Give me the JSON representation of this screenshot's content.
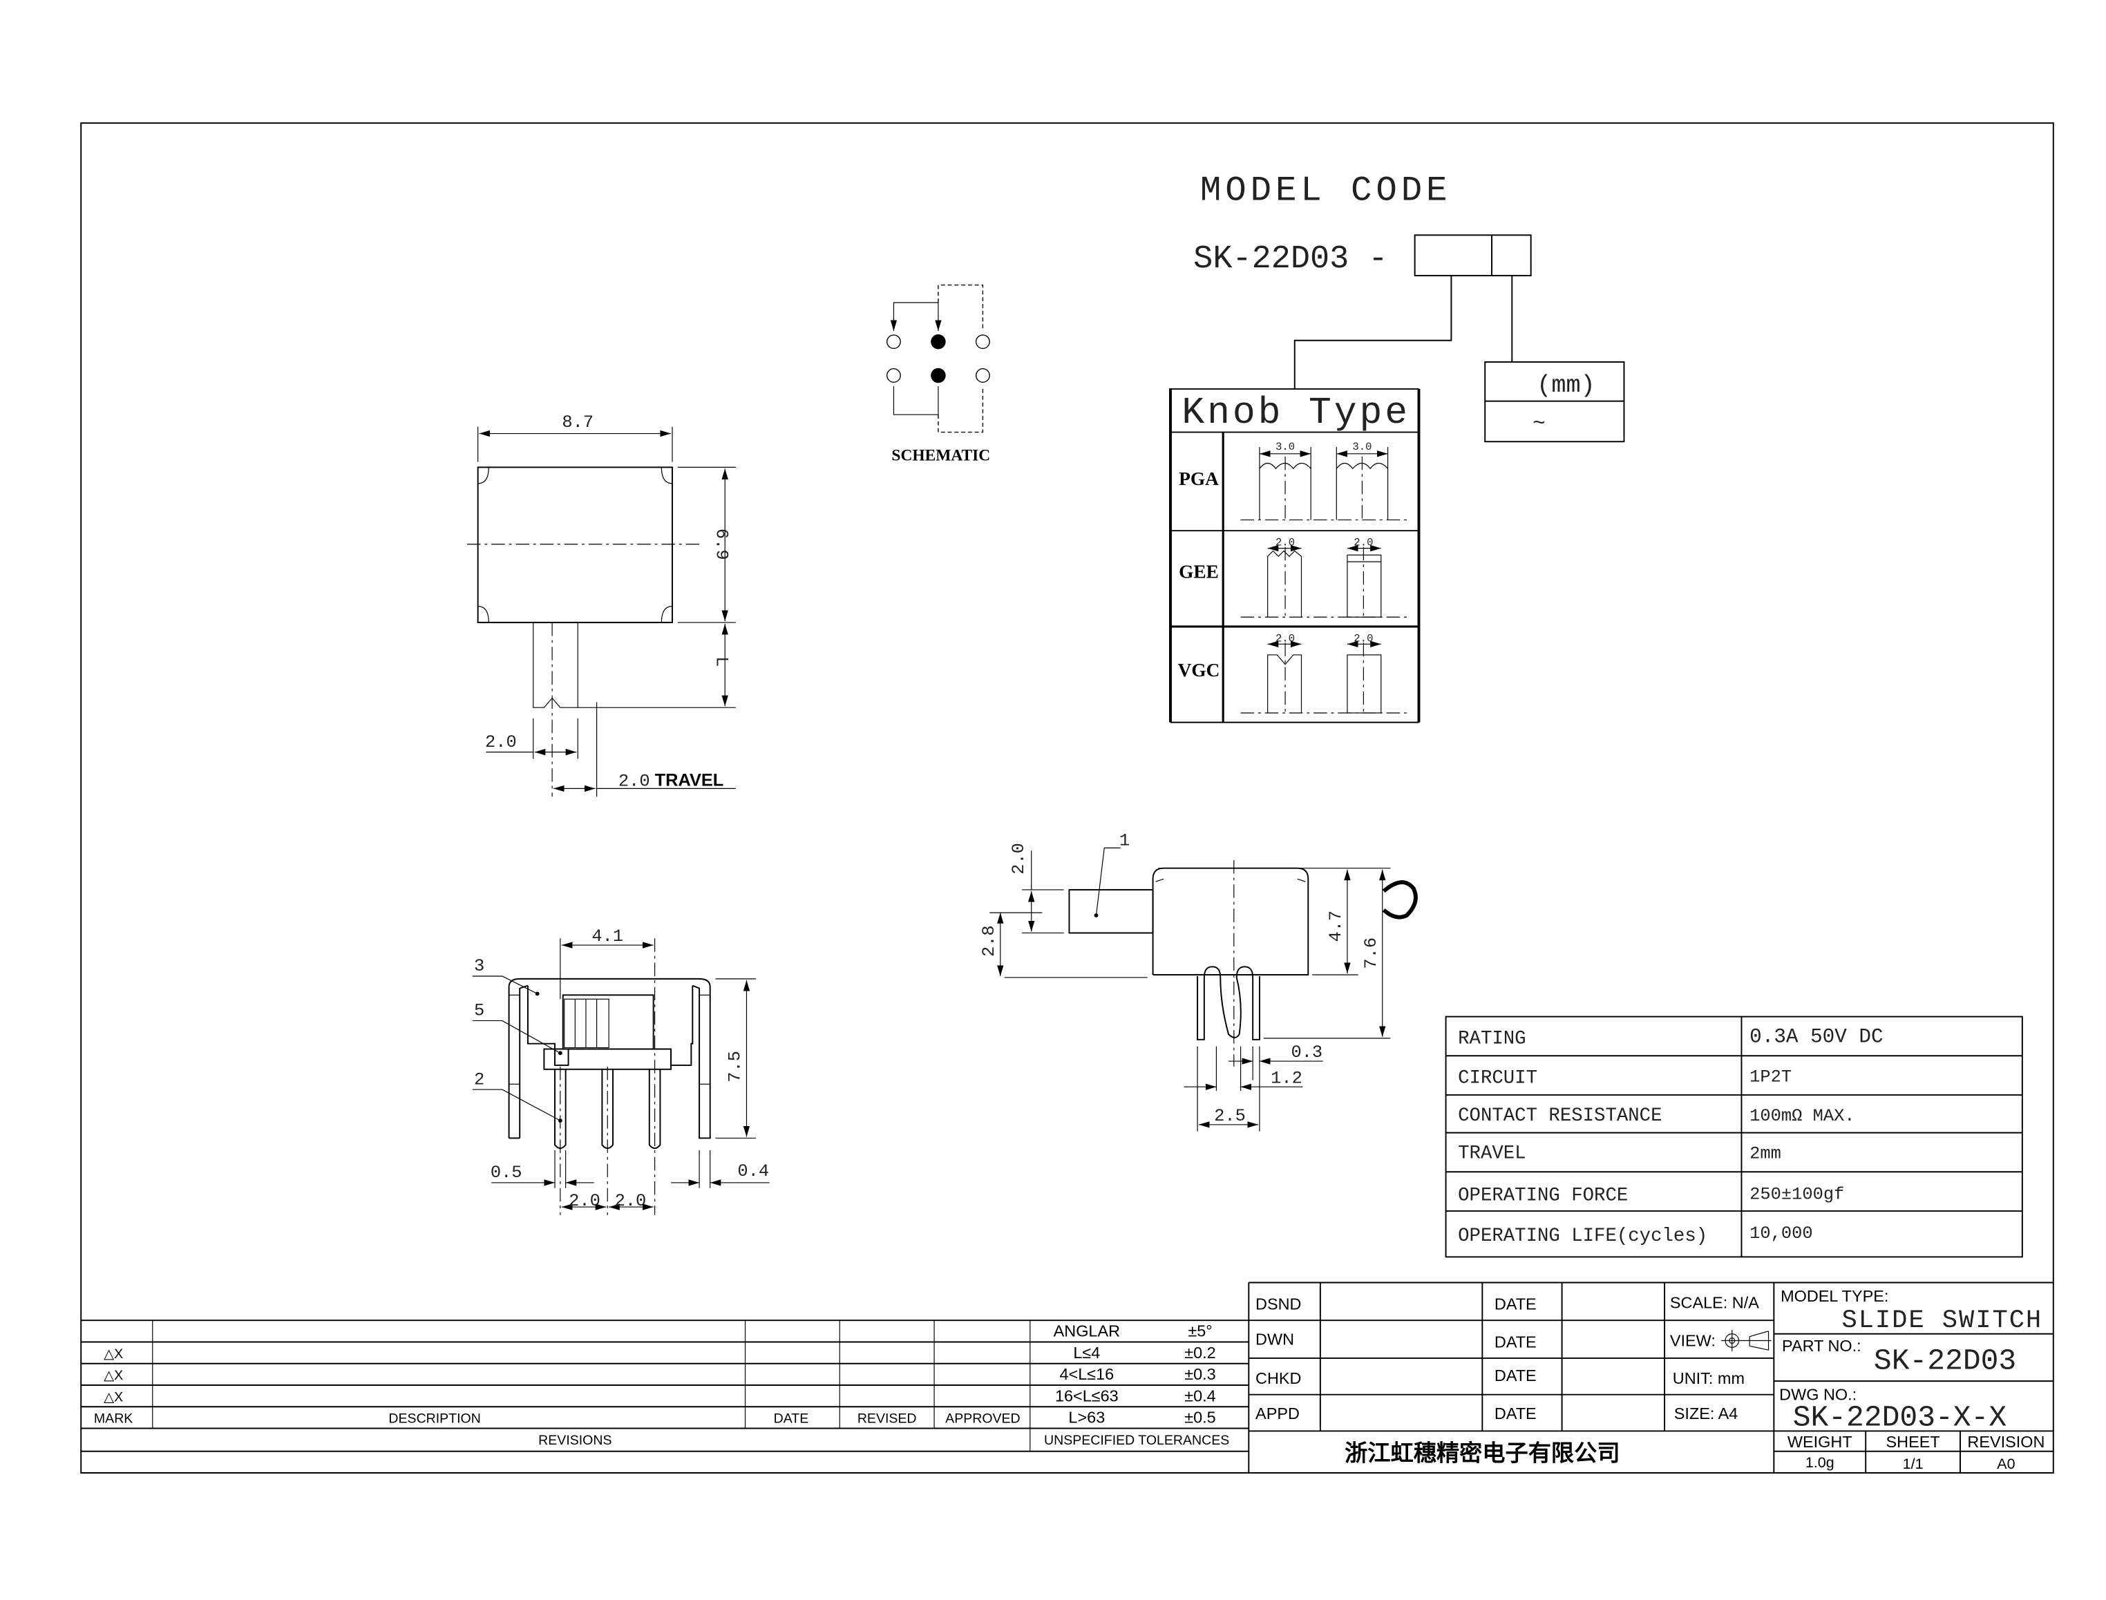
{
  "model_code": {
    "title": "MODEL CODE",
    "prefix": "SK-22D03 -",
    "knob_table": {
      "header": "Knob Type",
      "rows": [
        {
          "label": "PGA",
          "dims": [
            "3.0",
            "3.0"
          ]
        },
        {
          "label": "GEE",
          "dims": [
            "2.0",
            "2.0"
          ]
        },
        {
          "label": "VGC",
          "dims": [
            "2.0",
            "2.0"
          ]
        }
      ]
    },
    "length_box": {
      "unit": "(mm)",
      "value": "~"
    }
  },
  "schematic": {
    "label": "SCHEMATIC"
  },
  "top_view": {
    "width": "8.7",
    "height": "6.9",
    "lever_length": "L",
    "lever_width": "2.0",
    "travel_value": "2.0",
    "travel_label": "TRAVEL"
  },
  "front_view": {
    "top_width": "4.1",
    "height": "7.5",
    "pin_width": "0.5",
    "tab_width": "0.4",
    "pitch_1": "2.0",
    "pitch_2": "2.0",
    "callouts": [
      "3",
      "5",
      "2"
    ]
  },
  "side_view": {
    "callout": "1",
    "lever_height": "2.0",
    "lever_offset": "2.8",
    "body_height": "4.7",
    "total_height": "7.6",
    "pin_thickness": "0.3",
    "pin_width": "1.2",
    "pin_spacing": "2.5"
  },
  "specs": [
    {
      "label": "RATING",
      "value": "0.3A 50V DC"
    },
    {
      "label": "CIRCUIT",
      "value": "1P2T"
    },
    {
      "label": "CONTACT RESISTANCE",
      "value": "100mΩ MAX."
    },
    {
      "label": "TRAVEL",
      "value": "2mm"
    },
    {
      "label": "OPERATING FORCE",
      "value": "250±100gf"
    },
    {
      "label": "OPERATING LIFE(cycles)",
      "value": "10,000"
    }
  ],
  "revisions": {
    "marks": [
      "△X",
      "△X",
      "△X"
    ],
    "headers": {
      "mark": "MARK",
      "description": "DESCRIPTION",
      "date": "DATE",
      "revised": "REVISED",
      "approved": "APPROVED"
    },
    "footer": "REVISIONS"
  },
  "tolerances": {
    "rows": [
      {
        "range": "ANGLAR",
        "tol": "±5°"
      },
      {
        "range": "L≤4",
        "tol": "±0.2"
      },
      {
        "range": "4<L≤16",
        "tol": "±0.3"
      },
      {
        "range": "16<L≤63",
        "tol": "±0.4"
      },
      {
        "range": "L>63",
        "tol": "±0.5"
      }
    ],
    "footer": "UNSPECIFIED TOLERANCES"
  },
  "title_block": {
    "roles": [
      "DSND",
      "DWN",
      "CHKD",
      "APPD"
    ],
    "date_label": "DATE",
    "scale": "SCALE: N/A",
    "view": "VIEW:",
    "unit": "UNIT: mm",
    "size": "SIZE: A4",
    "company": "浙江虹穗精密电子有限公司",
    "model_type_label": "MODEL TYPE:",
    "model_type": "SLIDE SWITCH",
    "part_no_label": "PART NO.:",
    "part_no": "SK-22D03",
    "dwg_no_label": "DWG NO.:",
    "dwg_no": "SK-22D03-X-X",
    "weight_label": "WEIGHT",
    "weight": "1.0g",
    "sheet_label": "SHEET",
    "sheet": "1/1",
    "revision_label": "REVISION",
    "revision": "A0"
  }
}
